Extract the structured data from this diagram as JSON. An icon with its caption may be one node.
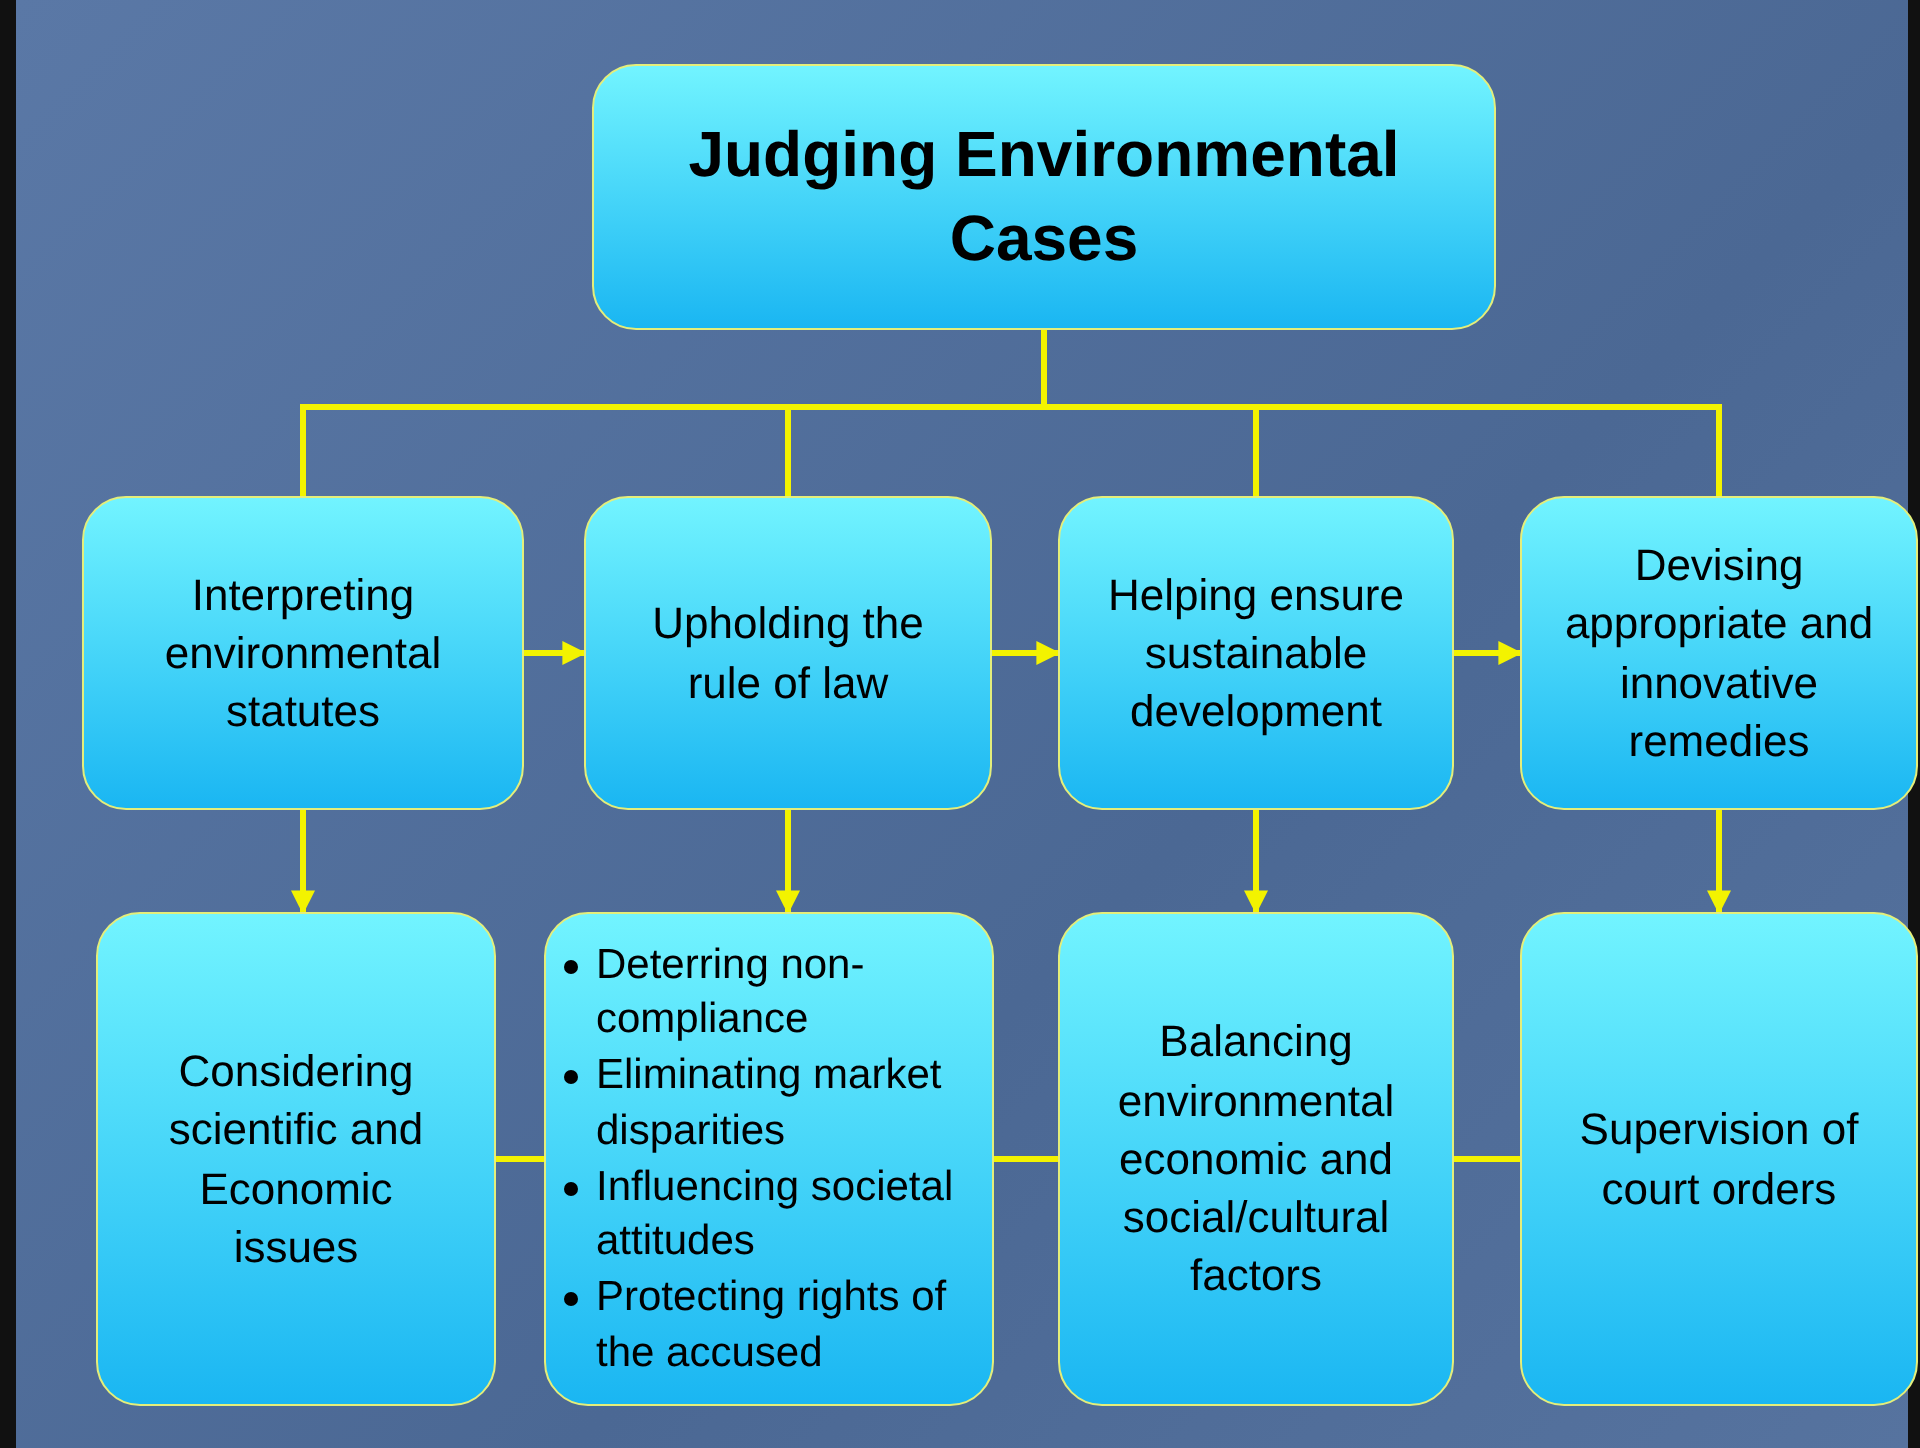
{
  "diagram": {
    "nodes": [
      {
        "text": [
          "Judging Environmental Cases"
        ]
      },
      {
        "text": [
          "Interpreting environmental statutes"
        ]
      },
      {
        "text": [
          "Upholding the rule of law"
        ]
      },
      {
        "text": [
          "Helping ensure sustainable development"
        ]
      },
      {
        "text": [
          "Devising appropriate and innovative remedies"
        ]
      },
      {
        "text": [
          "Considering scientific and Economic issues"
        ]
      },
      {
        "text": [
          "Deterring non-compliance",
          "Eliminating market disparities",
          "Influencing societal attitudes",
          "Protecting rights of the accused"
        ]
      },
      {
        "text": [
          "Balancing environmental economic and social/cultural factors"
        ]
      },
      {
        "text": [
          "Supervision of court orders"
        ]
      }
    ],
    "edges": [
      {
        "from": 0,
        "to": 1,
        "arrow": "none"
      },
      {
        "from": 0,
        "to": 2,
        "arrow": "none"
      },
      {
        "from": 0,
        "to": 3,
        "arrow": "none"
      },
      {
        "from": 0,
        "to": 4,
        "arrow": "none"
      },
      {
        "from": 1,
        "to": 2,
        "arrow": "to"
      },
      {
        "from": 2,
        "to": 3,
        "arrow": "to"
      },
      {
        "from": 3,
        "to": 4,
        "arrow": "to"
      },
      {
        "from": 1,
        "to": 5,
        "arrow": "to"
      },
      {
        "from": 2,
        "to": 6,
        "arrow": "to"
      },
      {
        "from": 3,
        "to": 7,
        "arrow": "to"
      },
      {
        "from": 4,
        "to": 8,
        "arrow": "to"
      },
      {
        "from": 5,
        "to": 6,
        "arrow": "none"
      },
      {
        "from": 6,
        "to": 7,
        "arrow": "none"
      },
      {
        "from": 7,
        "to": 8,
        "arrow": "none"
      }
    ]
  }
}
